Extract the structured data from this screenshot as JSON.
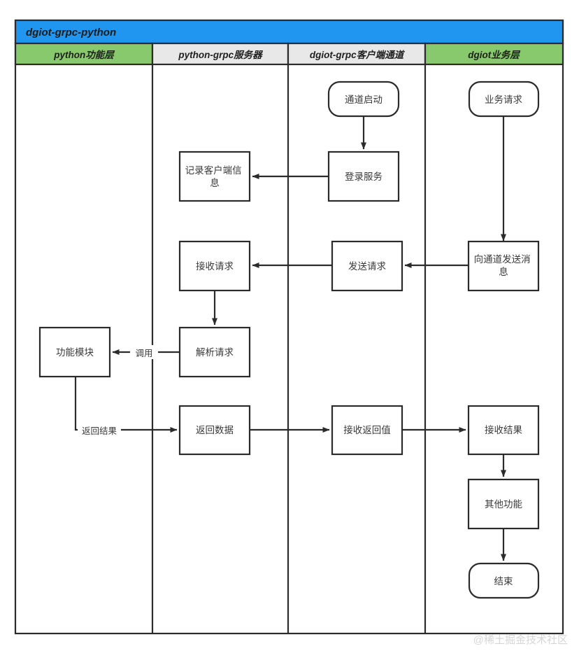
{
  "pool": {
    "title": "dgiot-grpc-python",
    "header_color": "#2196f0",
    "header_text_color": "#1a1a1a"
  },
  "lanes": [
    {
      "id": "lane-python-func",
      "title": "python功能层",
      "color": "#87c96c"
    },
    {
      "id": "lane-python-grpc",
      "title": "python-grpc服务器",
      "color": "#e8e8e8"
    },
    {
      "id": "lane-dgiot-client",
      "title": "dgiot-grpc客户端通道",
      "color": "#e8e8e8"
    },
    {
      "id": "lane-dgiot-biz",
      "title": "dgiot业务层",
      "color": "#87c96c"
    }
  ],
  "nodes": [
    {
      "id": "node-channel-start",
      "label": "通道启动",
      "shape": "rounded",
      "lane": "lane-dgiot-client"
    },
    {
      "id": "node-biz-request",
      "label": "业务请求",
      "shape": "rounded",
      "lane": "lane-dgiot-biz"
    },
    {
      "id": "node-login-service",
      "label": "登录服务",
      "shape": "rect",
      "lane": "lane-dgiot-client"
    },
    {
      "id": "node-record-client",
      "label": "记录客户端信息",
      "shape": "rect",
      "lane": "lane-python-grpc"
    },
    {
      "id": "node-send-to-channel",
      "label": "向通道发送消息",
      "shape": "rect",
      "lane": "lane-dgiot-biz"
    },
    {
      "id": "node-send-request",
      "label": "发送请求",
      "shape": "rect",
      "lane": "lane-dgiot-client"
    },
    {
      "id": "node-receive-request",
      "label": "接收请求",
      "shape": "rect",
      "lane": "lane-python-grpc"
    },
    {
      "id": "node-parse-request",
      "label": "解析请求",
      "shape": "rect",
      "lane": "lane-python-grpc"
    },
    {
      "id": "node-function-module",
      "label": "功能模块",
      "shape": "rect",
      "lane": "lane-python-func"
    },
    {
      "id": "node-return-data",
      "label": "返回数据",
      "shape": "rect",
      "lane": "lane-python-grpc"
    },
    {
      "id": "node-receive-return",
      "label": "接收返回值",
      "shape": "rect",
      "lane": "lane-dgiot-client"
    },
    {
      "id": "node-receive-result",
      "label": "接收结果",
      "shape": "rect",
      "lane": "lane-dgiot-biz"
    },
    {
      "id": "node-other-function",
      "label": "其他功能",
      "shape": "rect",
      "lane": "lane-dgiot-biz"
    },
    {
      "id": "node-end",
      "label": "结束",
      "shape": "rounded",
      "lane": "lane-dgiot-biz"
    }
  ],
  "edges": [
    {
      "id": "edge-start-to-login",
      "label": ""
    },
    {
      "id": "edge-login-to-record",
      "label": ""
    },
    {
      "id": "edge-bizreq-to-sendchannel",
      "label": ""
    },
    {
      "id": "edge-sendchannel-to-sendreq",
      "label": ""
    },
    {
      "id": "edge-sendreq-to-recvreq",
      "label": ""
    },
    {
      "id": "edge-recvreq-to-parse",
      "label": ""
    },
    {
      "id": "edge-parse-to-module",
      "label": "调用"
    },
    {
      "id": "edge-module-to-returndata",
      "label": "返回结果"
    },
    {
      "id": "edge-returndata-to-recvreturn",
      "label": ""
    },
    {
      "id": "edge-recvreturn-to-recvresult",
      "label": ""
    },
    {
      "id": "edge-recvresult-to-other",
      "label": ""
    },
    {
      "id": "edge-other-to-end",
      "label": ""
    }
  ],
  "watermark": {
    "text": "@稀土掘金技术社区"
  },
  "style": {
    "stroke": "#2b2b2b",
    "node_fill": "#ffffff",
    "text_color": "#3a3a3a"
  }
}
